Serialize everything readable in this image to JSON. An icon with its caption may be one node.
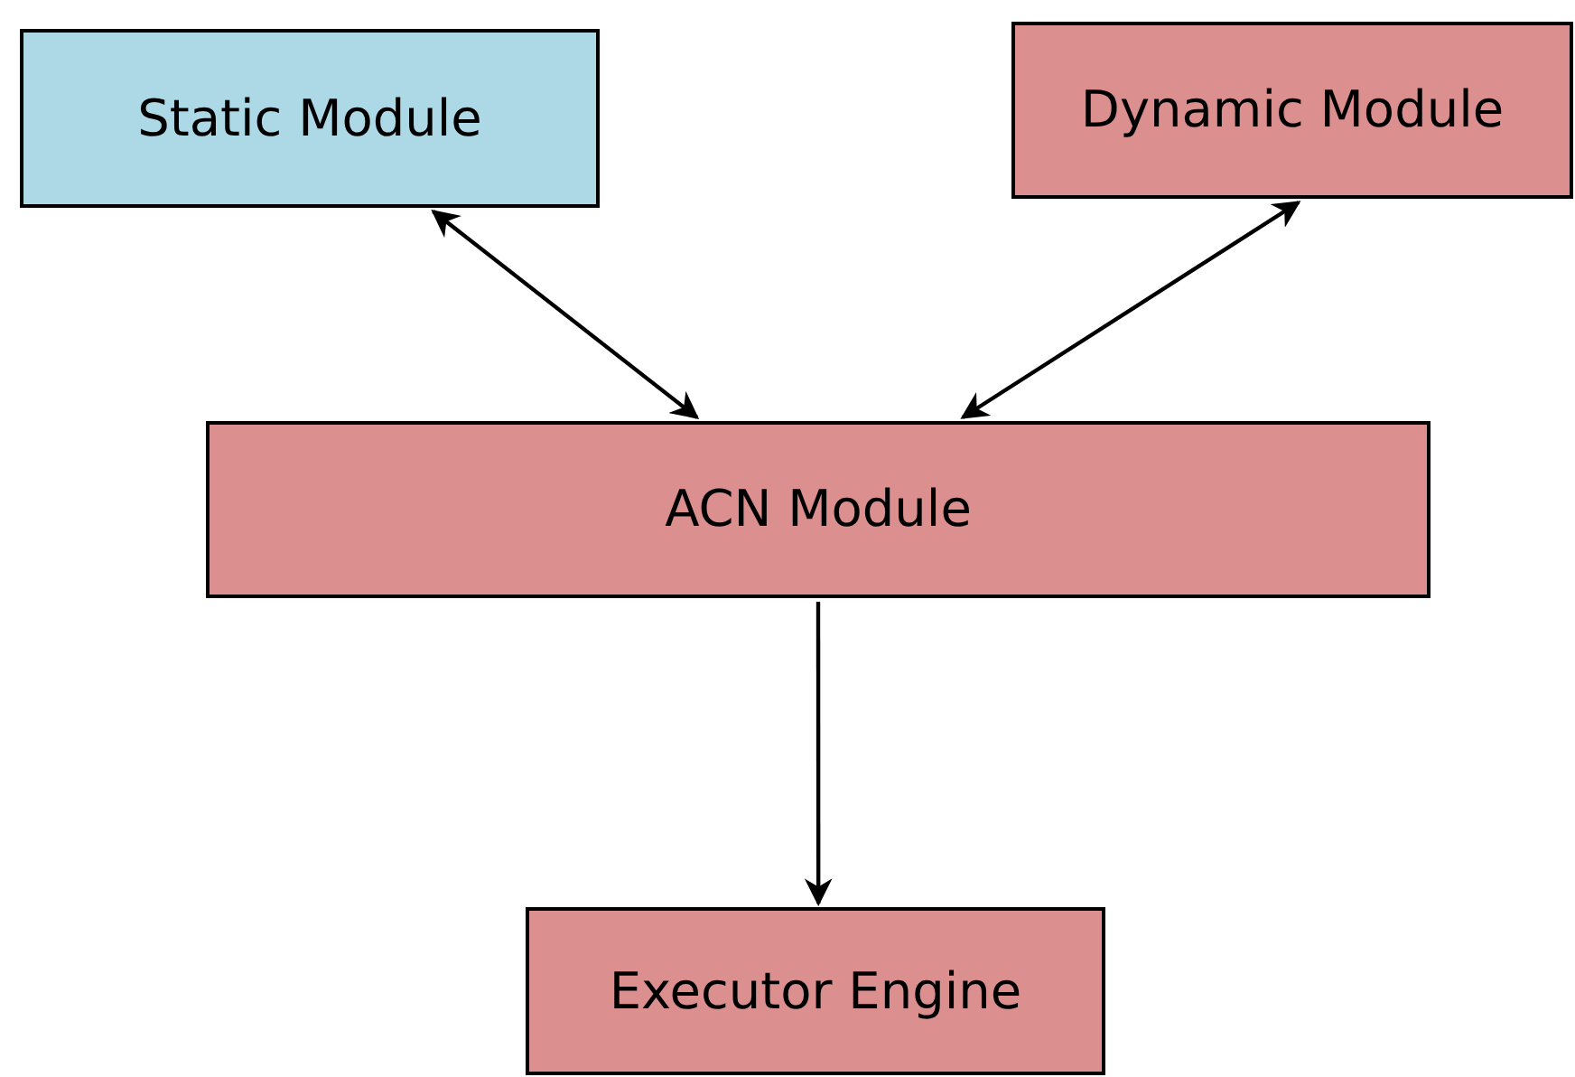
{
  "diagram": {
    "nodes": [
      {
        "text": [
          "Static Module"
        ]
      },
      {
        "text": [
          "Dynamic Module"
        ]
      },
      {
        "text": [
          "ACN Module"
        ]
      },
      {
        "text": [
          "Executor Engine"
        ]
      }
    ],
    "edges": [
      {
        "from": 0,
        "to": 2,
        "arrow": "both"
      },
      {
        "from": 1,
        "to": 2,
        "arrow": "both"
      },
      {
        "from": 2,
        "to": 3,
        "arrow": "to"
      }
    ]
  }
}
